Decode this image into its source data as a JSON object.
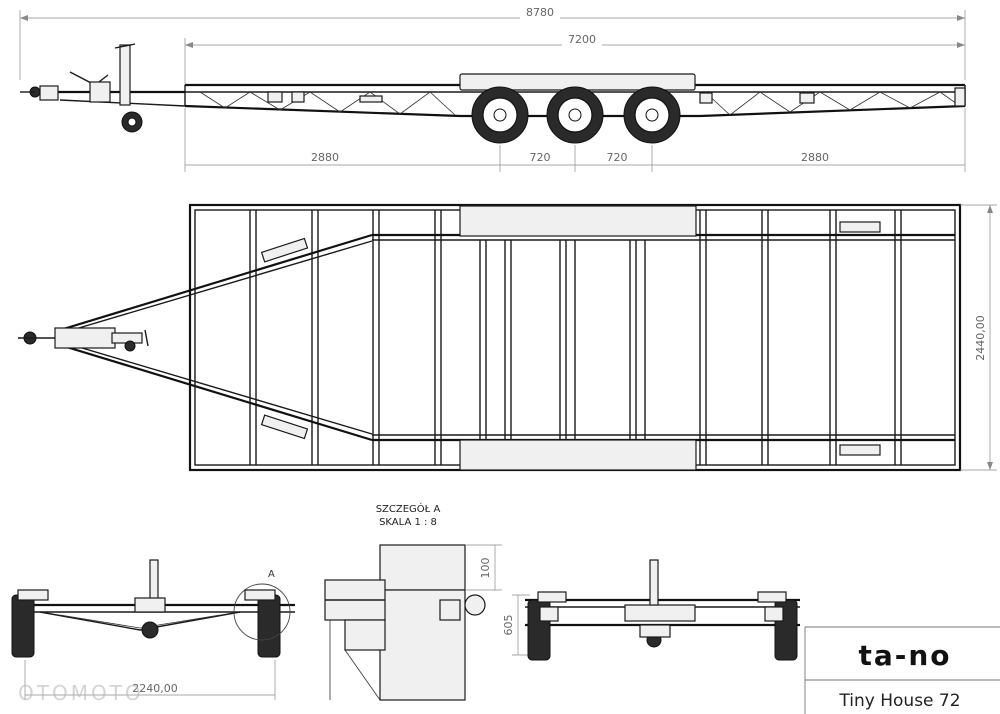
{
  "dimensions": {
    "overall_length": "8780",
    "frame_length": "7200",
    "front_overhang": "2880",
    "axle_spacing_1": "720",
    "axle_spacing_2": "720",
    "rear_overhang": "2880",
    "width": "2440,00",
    "detail_height": "100",
    "rear_height": "605",
    "front_width": "2240,00"
  },
  "detail": {
    "title": "SZCZEGÓŁ A",
    "scale": "SKALA 1 : 8",
    "marker": "A"
  },
  "title_block": {
    "logo": "ta-no",
    "model": "Tiny House 72"
  },
  "watermark": "OTOMOTO"
}
